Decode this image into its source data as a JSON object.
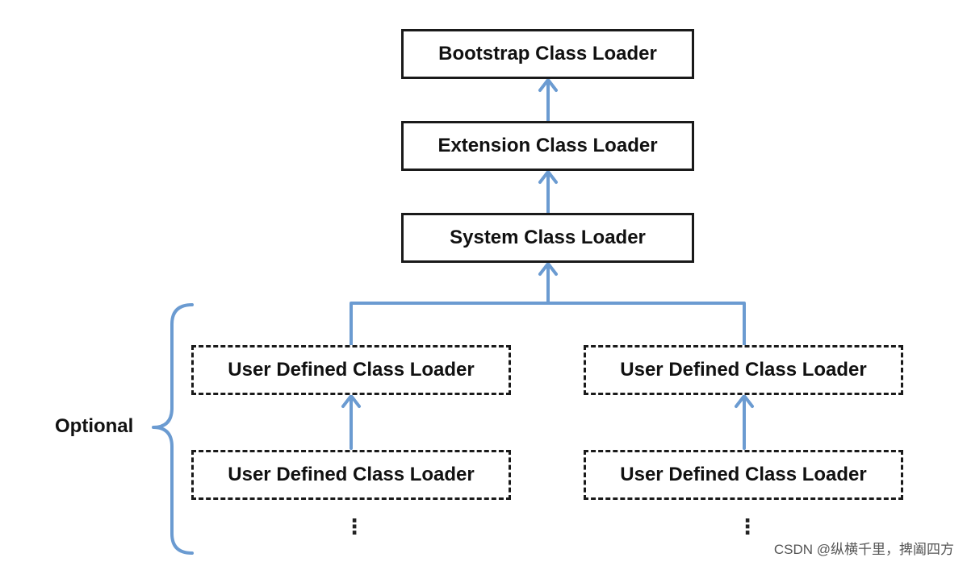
{
  "nodes": {
    "bootstrap": "Bootstrap Class Loader",
    "extension": "Extension Class Loader",
    "system": "System Class Loader",
    "user_left_top": "User Defined Class Loader",
    "user_left_bottom": "User Defined Class Loader",
    "user_right_top": "User Defined Class Loader",
    "user_right_bottom": "User Defined Class Loader"
  },
  "optional_label": "Optional",
  "continuation_dots": "⋮",
  "watermark": "CSDN @纵横千里，捭阖四方",
  "colors": {
    "arrow": "#6b9bd1",
    "brace": "#6b9bd1",
    "box_border": "#1a1a1a"
  }
}
